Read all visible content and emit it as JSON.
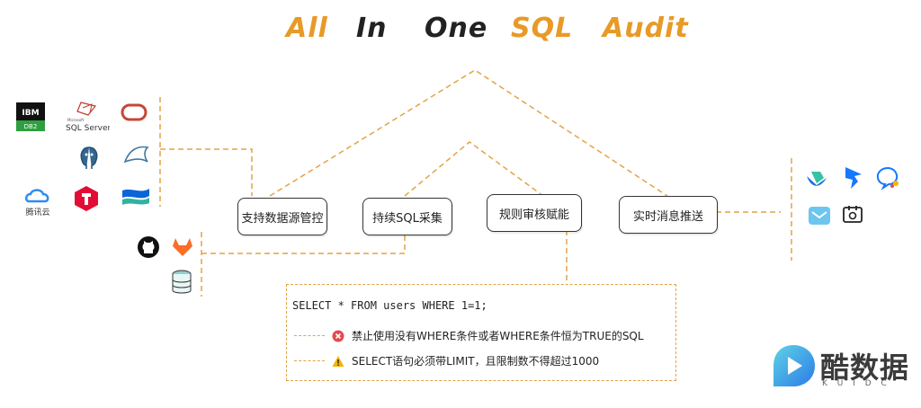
{
  "title": {
    "words": [
      "All",
      "In",
      "One",
      "SQL",
      "Audit"
    ]
  },
  "sources": {
    "db_labels": {
      "ibm": "IBM",
      "db2": "DB2",
      "sqlserver": "SQL Server",
      "microsoft": "Microsoft",
      "tencent": "腾讯云"
    }
  },
  "features": [
    "支持数据源管控",
    "持续SQL采集",
    "规则审核赋能",
    "实时消息推送"
  ],
  "audit": {
    "sql": "SELECT * FROM users WHERE 1=1;",
    "rules": [
      {
        "icon": "error-icon",
        "text": "禁止使用没有WHERE条件或者WHERE条件恒为TRUE的SQL"
      },
      {
        "icon": "warning-icon",
        "text": "SELECT语句必须带LIMIT，且限制数不得超过1000"
      }
    ]
  },
  "watermark": {
    "brand": "酷数据",
    "sub": "K U I D C"
  },
  "colors": {
    "accent": "#e89a26",
    "dash": "#e3a347",
    "error": "#e5484d",
    "warning": "#f5b400"
  }
}
